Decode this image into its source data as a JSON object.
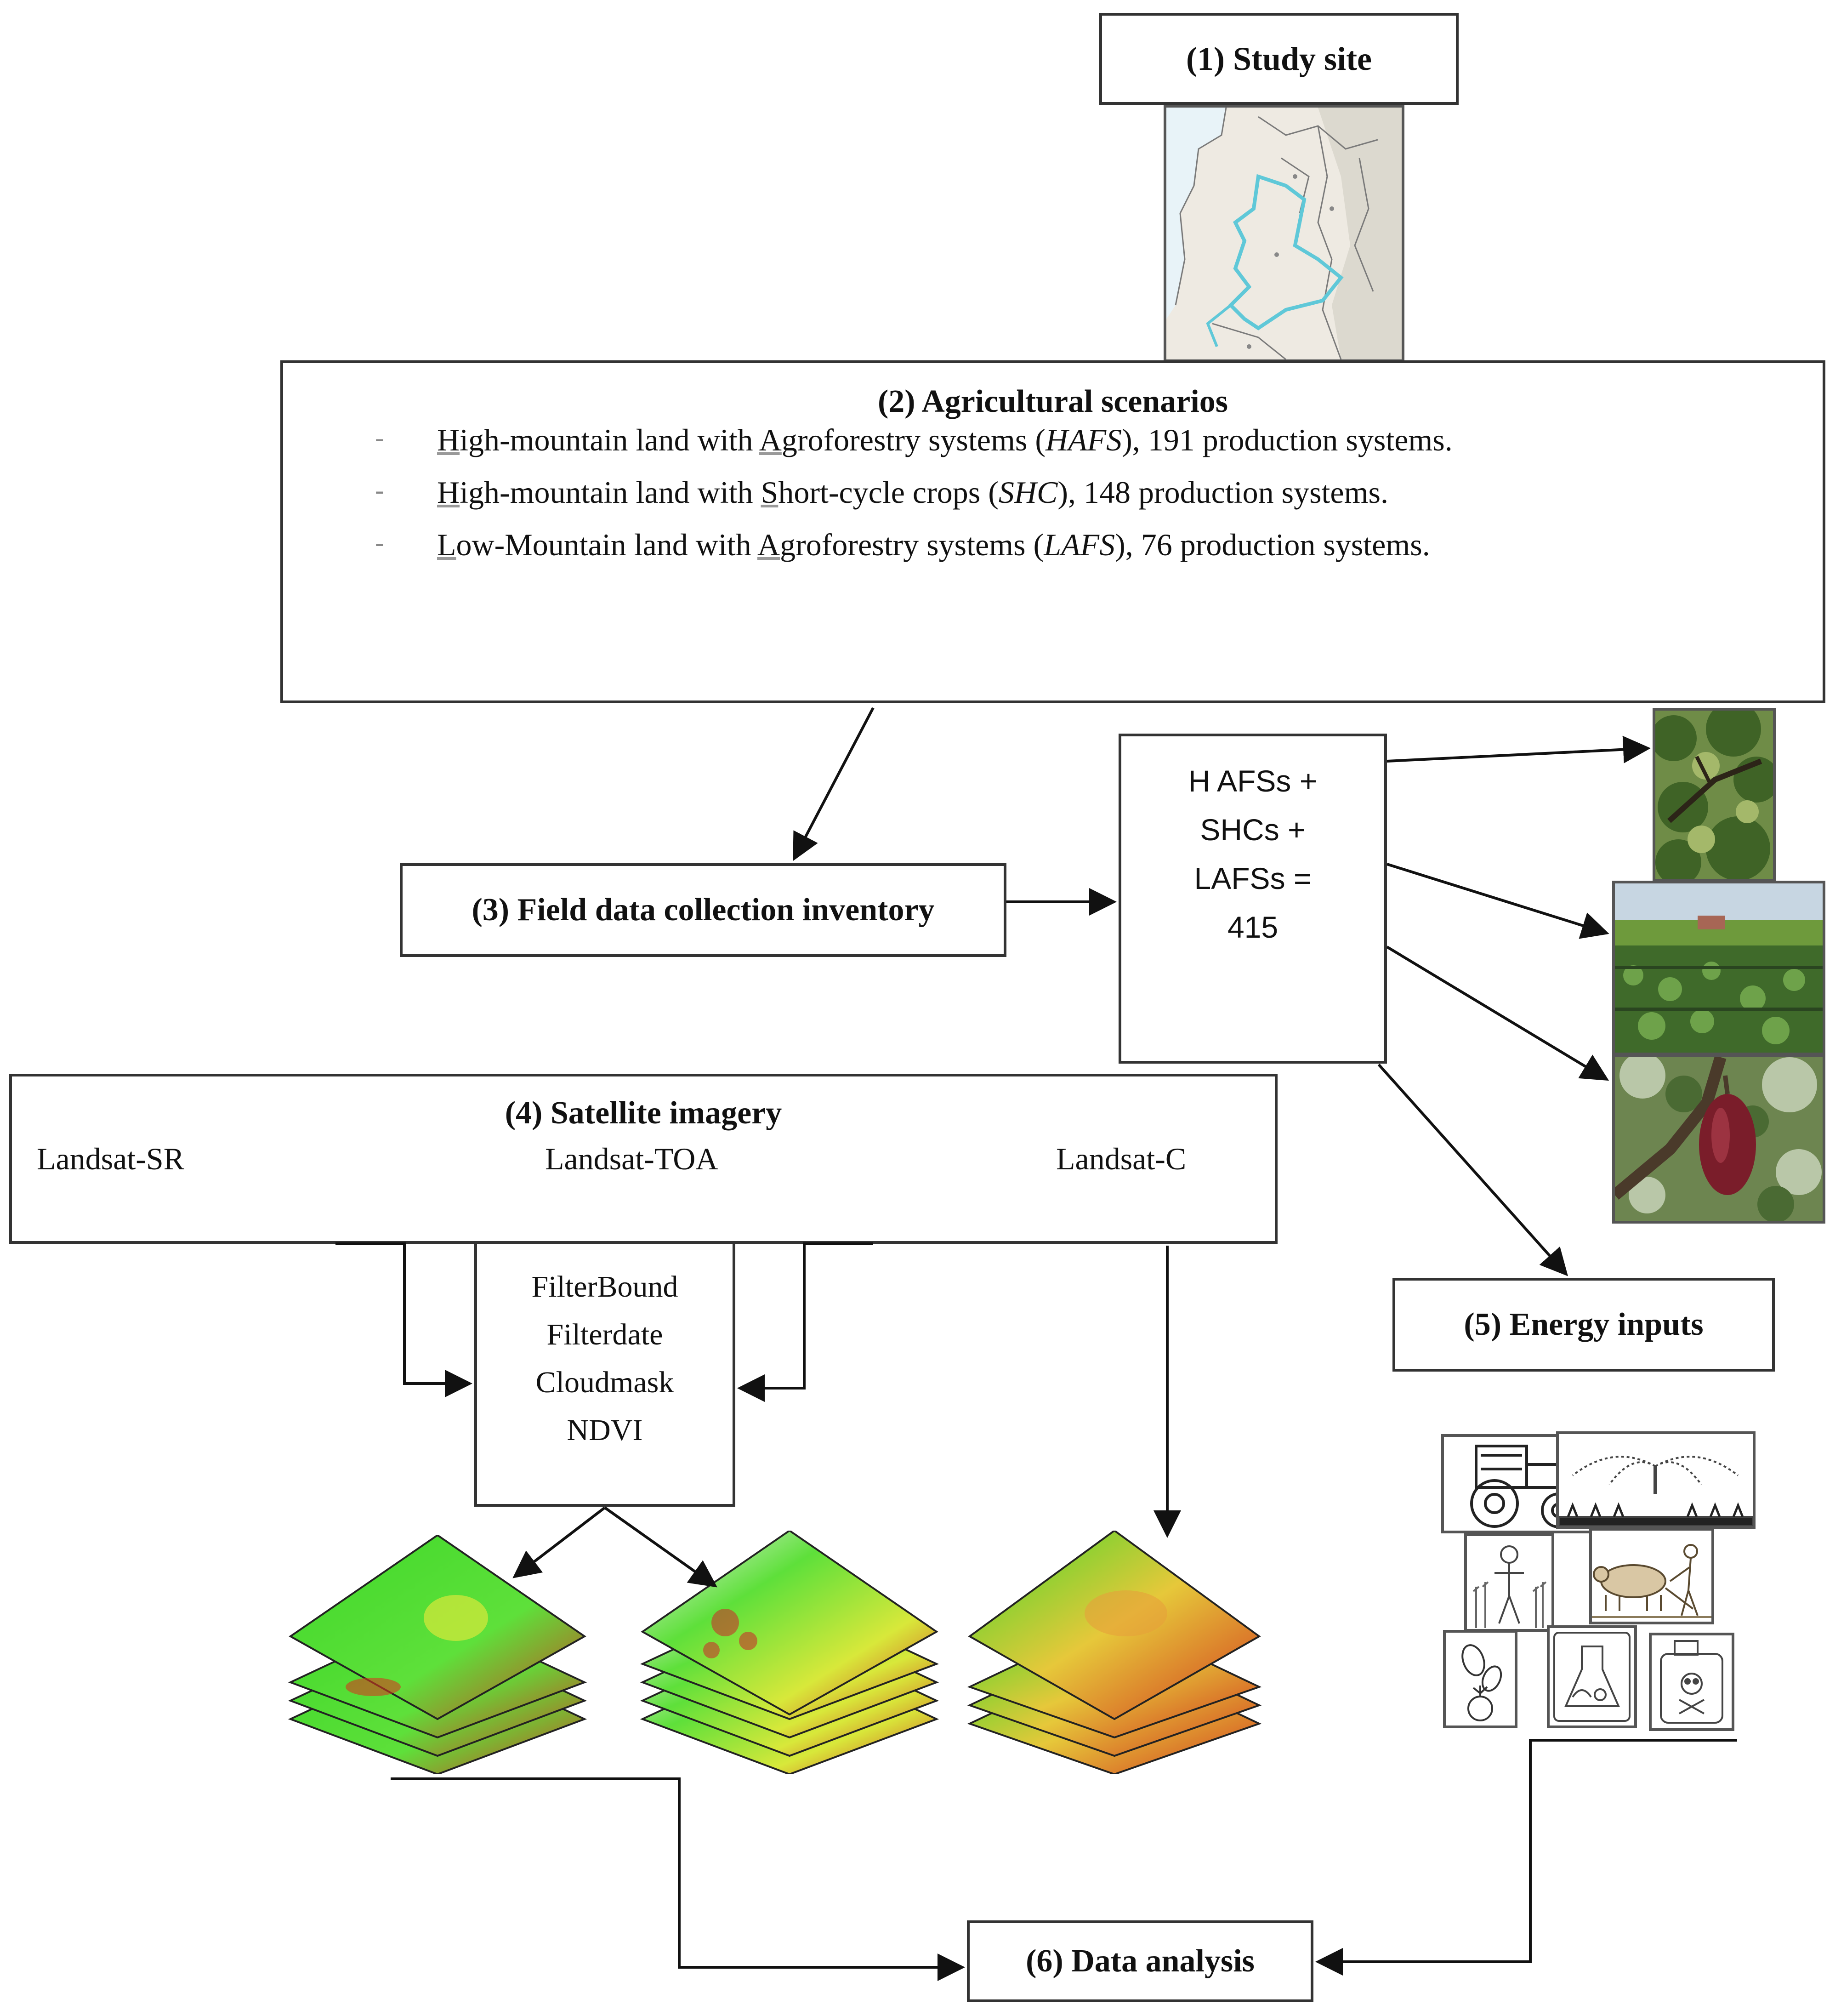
{
  "study_site": {
    "title": "(1)  Study site"
  },
  "scenarios": {
    "title": "(2) Agricultural scenarios",
    "items": [
      {
        "bullet": "-",
        "text_pre": "",
        "u1": "H",
        "t1": "igh-mountain land with ",
        "u2": "A",
        "t2": "groforestry systems (",
        "abbr": "HAFS",
        "t3": "), 191 production systems."
      },
      {
        "bullet": "-",
        "text_pre": "",
        "u1": "H",
        "t1": "igh-mountain land with ",
        "u2": "S",
        "t2": "hort-cycle crops (",
        "abbr": "SHC",
        "t3": "), 148 production systems."
      },
      {
        "bullet": "-",
        "text_pre": "",
        "u1": "L",
        "t1": "ow-Mountain land with ",
        "u2": "A",
        "t2": "groforestry systems (",
        "abbr": "LAFS",
        "t3": "), 76 production systems."
      }
    ]
  },
  "field": {
    "title": "(3) Field data collection inventory"
  },
  "sum": {
    "lines": [
      "H AFSs +",
      "SHCs +",
      "LAFSs =",
      "415"
    ]
  },
  "satellite": {
    "title": "(4) Satellite imagery",
    "sources": [
      "Landsat-SR",
      "Landsat-TOA",
      "Landsat-C"
    ]
  },
  "filters": {
    "lines": [
      "FilterBound",
      "Filterdate",
      "Cloudmask",
      "NDVI"
    ]
  },
  "energy": {
    "title": "(5) Energy inputs"
  },
  "analysis": {
    "title": "(6) Data analysis"
  },
  "colors": {
    "map_water": "#5fc8d8",
    "ndvi_green": "#3fd82a",
    "ndvi_yellow": "#d8e83a",
    "ndvi_red": "#d23a1e",
    "box_border": "#333333"
  },
  "icons": [
    "tractor-icon",
    "sprinkler-icon",
    "farm-worker-icon",
    "ox-plough-icon",
    "seeds-icon",
    "fertilizer-icon",
    "pesticide-icon"
  ]
}
